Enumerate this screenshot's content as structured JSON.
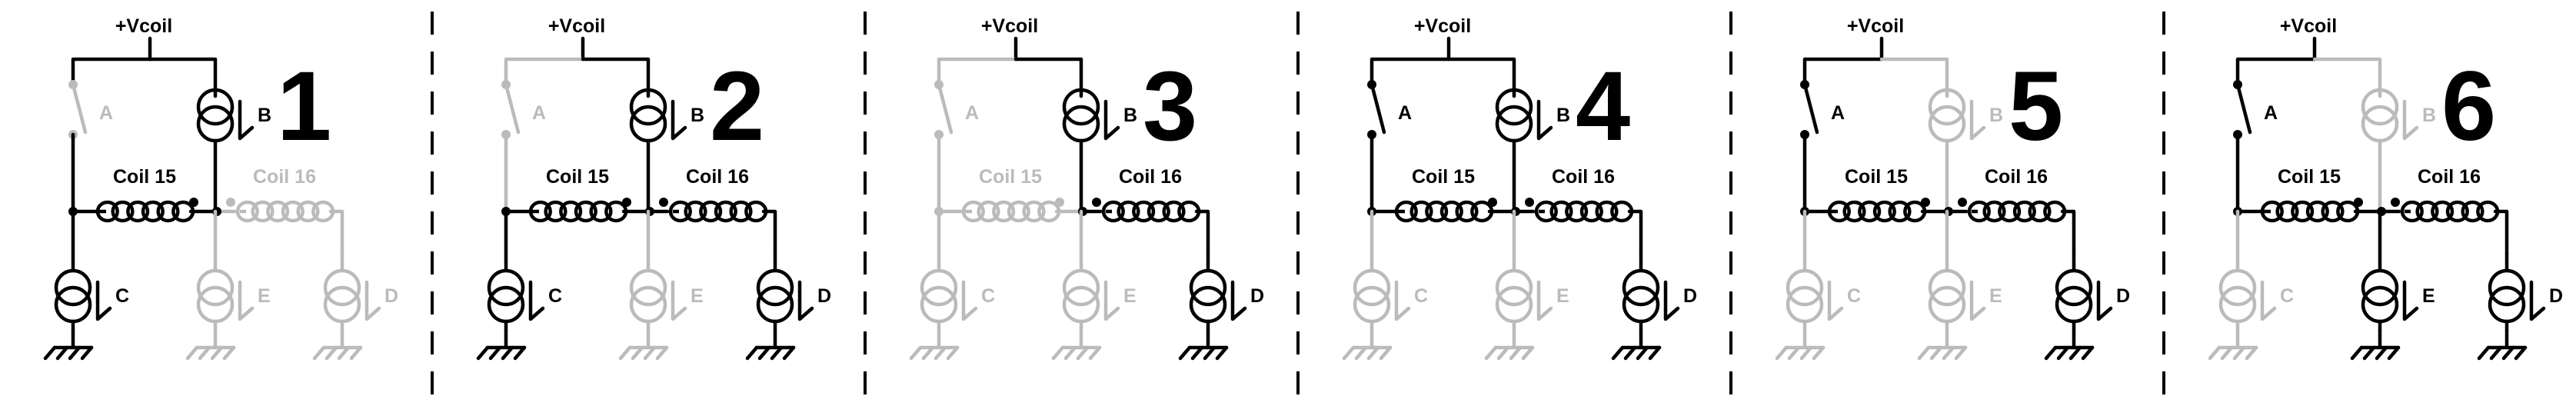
{
  "colors": {
    "active": "#000000",
    "inactive": "#bbbbbb",
    "background": "#ffffff"
  },
  "labels": {
    "vcoil": "+Vcoil",
    "coil_a": "Coil 15",
    "coil_b": "Coil 16",
    "sw": "A",
    "cs_b": "B",
    "cs_c": "C",
    "cs_e": "E",
    "cs_d": "D"
  },
  "panels": [
    {
      "number": "1",
      "active": [
        "vcoil",
        "A_wire",
        "B",
        "A_branch",
        "coil15",
        "n2_down",
        "C",
        "C_gnd"
      ]
    },
    {
      "number": "2",
      "active": [
        "vcoil",
        "B",
        "n2_down",
        "coil15",
        "n1_down",
        "C",
        "C_gnd",
        "coil16",
        "n3_down",
        "D",
        "D_gnd"
      ]
    },
    {
      "number": "3",
      "active": [
        "vcoil",
        "B",
        "n2_down",
        "coil16",
        "n3_down",
        "D",
        "D_gnd"
      ]
    },
    {
      "number": "4",
      "active": [
        "vcoil",
        "A_wire",
        "A",
        "A_branch",
        "coil15",
        "n2_up",
        "B",
        "coil16",
        "n3_down",
        "D",
        "D_gnd"
      ]
    },
    {
      "number": "5",
      "active": [
        "vcoil",
        "A_wire",
        "A",
        "A_branch",
        "coil15",
        "coil16",
        "n3_down",
        "D",
        "D_gnd"
      ]
    },
    {
      "number": "6",
      "active": [
        "vcoil",
        "A_wire",
        "A",
        "A_branch",
        "coil15",
        "n2_down",
        "E",
        "E_gnd",
        "coil16",
        "n3_down",
        "D",
        "D_gnd"
      ]
    }
  ]
}
